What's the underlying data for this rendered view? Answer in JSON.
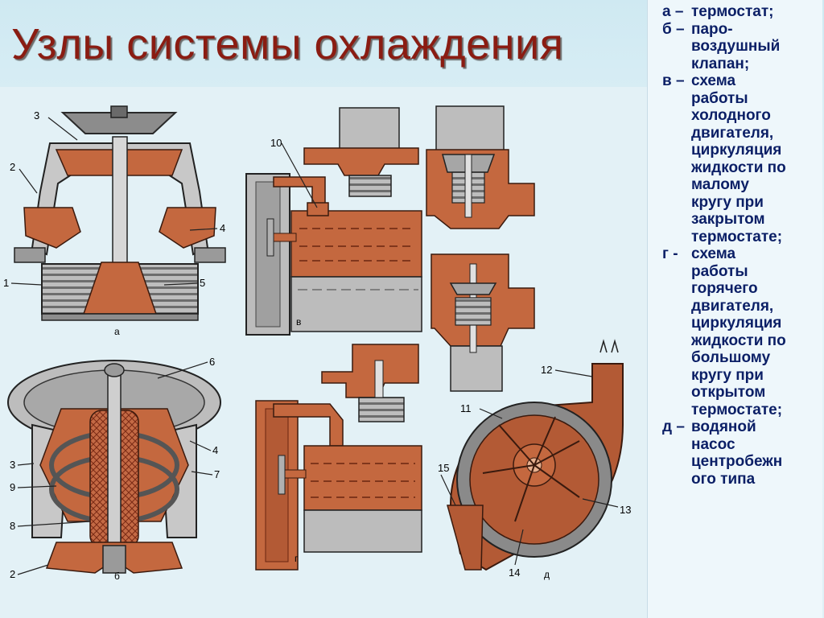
{
  "title": "Узлы системы охлаждения",
  "legend": [
    {
      "key": "а –",
      "lines": [
        "термостат;"
      ]
    },
    {
      "key": "б –",
      "lines": [
        "паро-",
        "воздушный",
        "клапан;"
      ]
    },
    {
      "key": "в –",
      "lines": [
        "схема",
        "работы",
        "холодного",
        "двигателя,",
        "циркуляция",
        "жидкости по",
        "малому",
        "кругу при",
        "закрытом",
        "термостате;"
      ]
    },
    {
      "key": "г -",
      "lines": [
        "схема",
        "работы",
        "горячего",
        "двигателя,",
        "циркуляция",
        "жидкости по",
        "большому",
        "кругу при",
        "открытом",
        "термостате;"
      ]
    },
    {
      "key": "д –",
      "lines": [
        "водяной",
        "насос",
        "центробежн",
        "ого типа"
      ]
    }
  ],
  "figure_labels": {
    "a": "а",
    "b": "б",
    "v": "в",
    "g": "г",
    "d": "д",
    "n1": "1",
    "n2": "2",
    "n3": "3",
    "n4": "4",
    "n5": "5",
    "n6": "6",
    "n7": "7",
    "n8": "8",
    "n9": "9",
    "n10": "10",
    "n11": "11",
    "n12": "12",
    "n13": "13",
    "n14": "14",
    "n15": "15"
  },
  "colors": {
    "title": "#8a1c12",
    "legend_text": "#0b1f66",
    "metal": "#7a7a7a",
    "coolant": "#c0603a"
  }
}
